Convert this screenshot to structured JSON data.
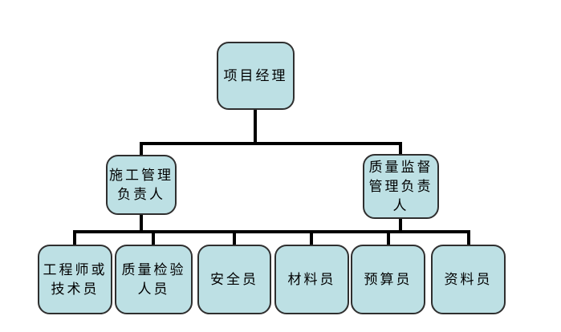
{
  "org": {
    "root": {
      "label": "项目经理",
      "role": "project-manager"
    },
    "level2": [
      {
        "label": "施工管理\n负责人",
        "role": "construction-management-leader"
      },
      {
        "label": "质量监督\n管理负责\n人",
        "role": "quality-supervision-management-leader"
      }
    ],
    "level3": [
      {
        "label": "工程师或\n技术员",
        "role": "engineer-or-technician"
      },
      {
        "label": "质量检验\n人员",
        "role": "quality-inspection-staff"
      },
      {
        "label": "安全员",
        "role": "safety-officer"
      },
      {
        "label": "材料员",
        "role": "materials-officer"
      },
      {
        "label": "预算员",
        "role": "budget-officer"
      },
      {
        "label": "资料员",
        "role": "documentation-officer"
      }
    ]
  },
  "colors": {
    "box_fill": "#bde0e4",
    "box_border": "#2f2f2f",
    "connector": "#000000",
    "background": "#ffffff"
  }
}
